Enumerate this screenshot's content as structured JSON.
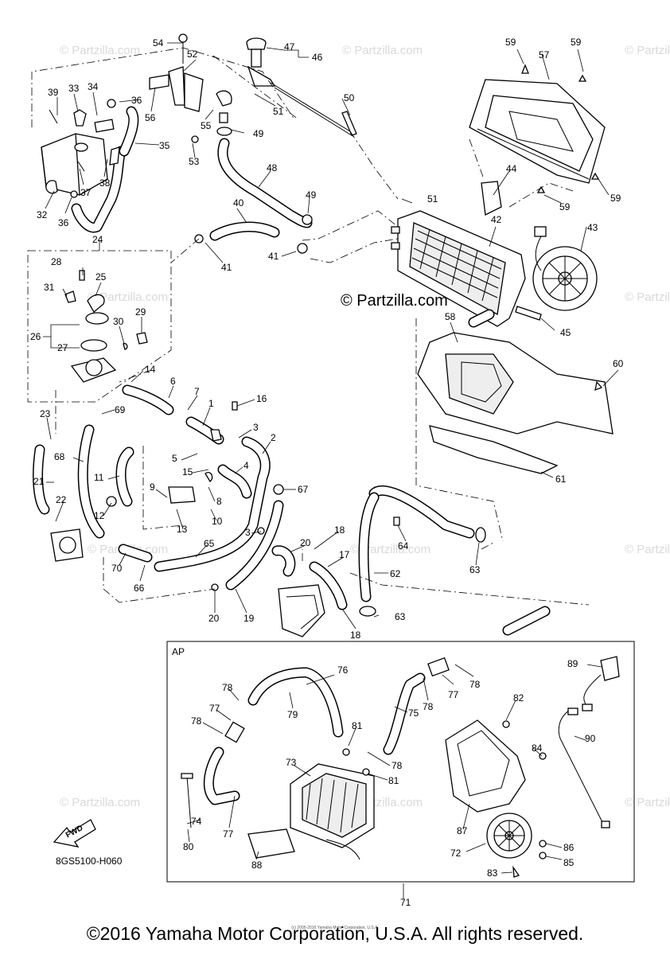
{
  "watermark": {
    "text": "© Partzilla.com",
    "center_text": "© Partzilla.com"
  },
  "diagram_code": "8GS5100-H060",
  "section_label": "AP",
  "fwd_label": "FWD",
  "copyright": "©2016 Yamaha Motor Corporation, U.S.A. All rights reserved.",
  "fineprint": "(c) 2005-2016 Yamaha Motor Corporation, U.S.A.",
  "callouts": [
    "1",
    "2",
    "3",
    "3",
    "4",
    "5",
    "6",
    "7",
    "8",
    "9",
    "10",
    "11",
    "12",
    "13",
    "14",
    "15",
    "16",
    "17",
    "18",
    "18",
    "19",
    "20",
    "20",
    "21",
    "22",
    "23",
    "24",
    "25",
    "26",
    "27",
    "28",
    "29",
    "30",
    "31",
    "32",
    "33",
    "34",
    "35",
    "36",
    "36",
    "37",
    "38",
    "39",
    "40",
    "41",
    "41",
    "42",
    "43",
    "44",
    "45",
    "46",
    "47",
    "48",
    "49",
    "49",
    "50",
    "51",
    "51",
    "52",
    "53",
    "54",
    "55",
    "56",
    "57",
    "58",
    "59",
    "59",
    "59",
    "59",
    "60",
    "61",
    "62",
    "63",
    "63",
    "64",
    "65",
    "66",
    "67",
    "68",
    "69",
    "70",
    "71",
    "72",
    "73",
    "74",
    "75",
    "76",
    "77",
    "77",
    "77",
    "78",
    "78",
    "78",
    "78",
    "78",
    "79",
    "80",
    "81",
    "81",
    "82",
    "83",
    "84",
    "85",
    "86",
    "87",
    "88",
    "89",
    "90"
  ]
}
